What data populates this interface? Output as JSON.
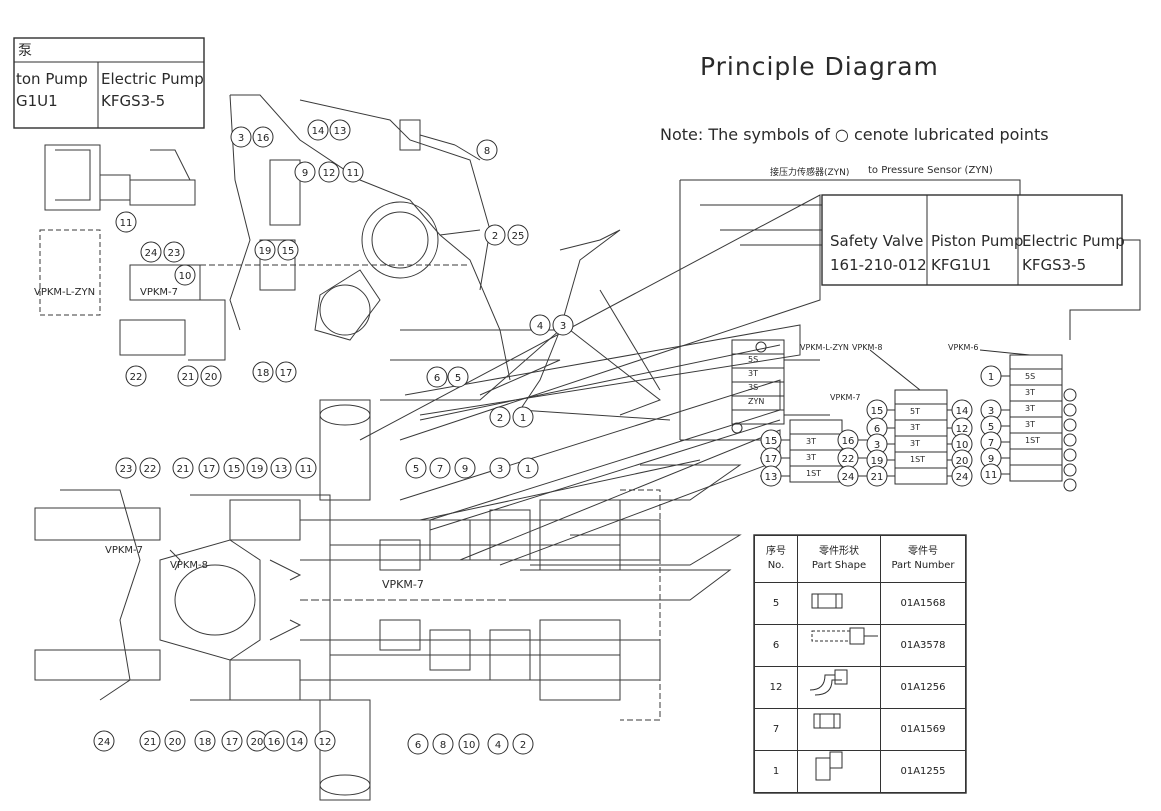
{
  "diagram": {
    "title": "Principle Diagram",
    "note_prefix": "Note: The symbols of ",
    "note_symbol": "○",
    "note_suffix": " cenote lubricated points",
    "pressure_sensor_cn": "接压力传感器(ZYN)",
    "pressure_sensor_en": "to Pressure Sensor (ZYN)",
    "top_left_table": {
      "header_cn": "泵",
      "col1": [
        "ton Pump",
        "G1U1"
      ],
      "col2": [
        "Electric Pump",
        "KFGS3-5"
      ]
    },
    "pump_table": {
      "col1": [
        "Safety Valve",
        "161-210-012"
      ],
      "col2": [
        "Piston Pump",
        "KFG1U1"
      ],
      "col3": [
        "Electric Pump",
        "KFGS3-5"
      ]
    },
    "valve_labels": [
      "VPKM-L-ZYN",
      "VPKM-8",
      "VPKM-6",
      "VPKM-7"
    ],
    "drawing_labels": [
      "VPKM-L-ZYN",
      "VPKM-7",
      "VPKM-7",
      "VPKM-8",
      "VPKM-7"
    ],
    "parts_table": {
      "headers": [
        {
          "cn": "序号",
          "en": "No."
        },
        {
          "cn": "零件形状",
          "en": "Part Shape"
        },
        {
          "cn": "零件号",
          "en": "Part Number"
        }
      ],
      "rows": [
        {
          "no": "5",
          "part_number": "01A1568"
        },
        {
          "no": "6",
          "part_number": "01A3578"
        },
        {
          "no": "12",
          "part_number": "01A1256"
        },
        {
          "no": "7",
          "part_number": "01A1569"
        },
        {
          "no": "1",
          "part_number": "01A1255"
        }
      ]
    },
    "circle_labels_top": [
      "3",
      "16",
      "14",
      "13",
      "8",
      "9",
      "12",
      "11",
      "2",
      "25",
      "24",
      "23",
      "10",
      "19",
      "15",
      "11",
      "4",
      "3",
      "6",
      "5",
      "2",
      "1",
      "22",
      "21",
      "20",
      "18",
      "17"
    ],
    "circle_labels_mid": [
      "23",
      "22",
      "21",
      "17",
      "15",
      "19",
      "13",
      "11",
      "5",
      "7",
      "9",
      "3",
      "1"
    ],
    "circle_labels_bottom": [
      "24",
      "21",
      "20",
      "18",
      "17",
      "20",
      "16",
      "14",
      "12",
      "6",
      "8",
      "10",
      "4",
      "2"
    ],
    "valve_bank_vpkm8": {
      "rows": [
        "5T",
        "3T",
        "3T",
        "1ST"
      ],
      "left": [
        "15",
        "6",
        "3",
        "19",
        "21"
      ],
      "right": [
        "14",
        "12",
        "10",
        "20",
        "24"
      ]
    },
    "valve_bank_vpkm6": {
      "rows": [
        "5S",
        "3T",
        "3T",
        "3T",
        "1ST"
      ],
      "left": [
        "1",
        "3",
        "5",
        "7",
        "9",
        "11"
      ]
    },
    "valve_bank_vpkm7": {
      "rows": [
        "3T",
        "3T",
        "1ST"
      ],
      "left": [
        "15",
        "17",
        "13"
      ],
      "right": [
        "16",
        "22",
        "24"
      ]
    },
    "valve_bank_vpkml": {
      "rows": [
        "5S",
        "3T",
        "3S",
        "ZYN"
      ]
    }
  }
}
